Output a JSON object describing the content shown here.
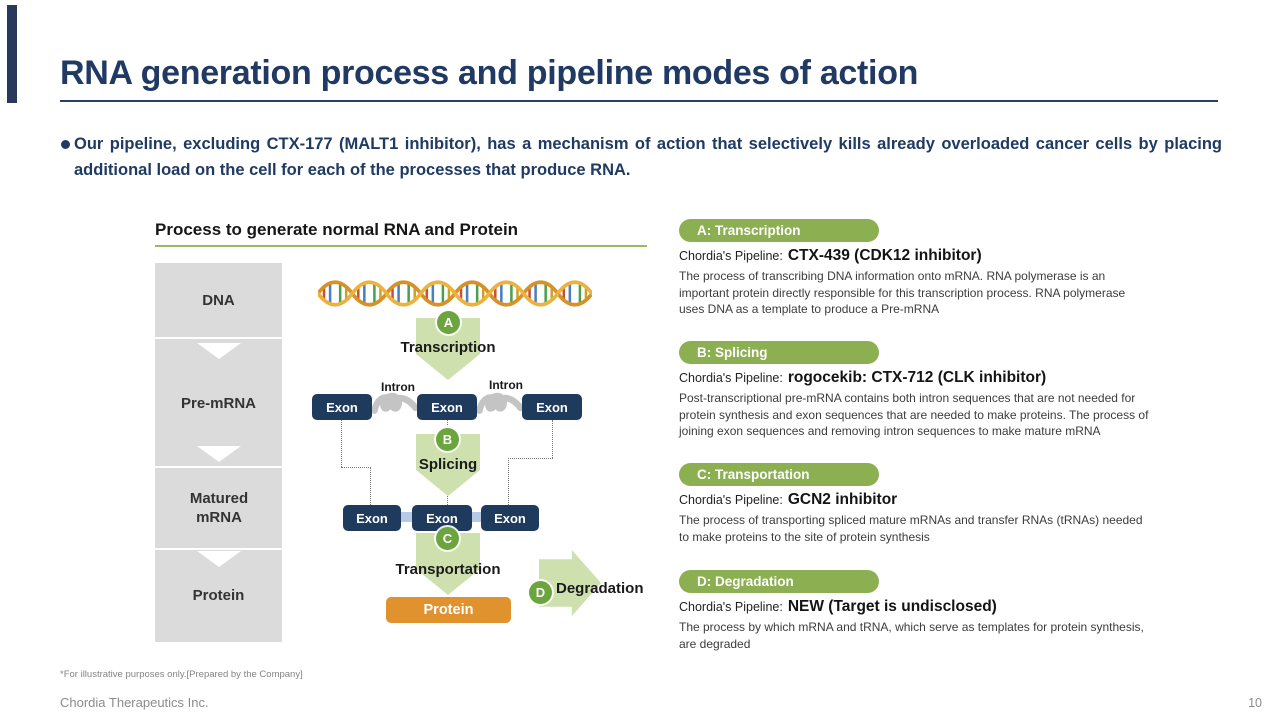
{
  "header": {
    "title": "RNA generation process and pipeline modes of action"
  },
  "intro": {
    "text": "Our pipeline, excluding CTX-177 (MALT1 inhibitor), has a mechanism of action that selectively kills already overloaded cancer cells by placing additional load on the cell for each of the processes that produce RNA."
  },
  "diagram": {
    "heading": "Process to generate normal RNA and Protein",
    "stages": [
      "DNA",
      "Pre-mRNA",
      "Matured mRNA",
      "Protein"
    ],
    "exon_label": "Exon",
    "intron_label": "Intron",
    "protein_box_label": "Protein",
    "steps": [
      {
        "letter": "A",
        "label": "Transcription"
      },
      {
        "letter": "B",
        "label": "Splicing"
      },
      {
        "letter": "C",
        "label": "Transportation"
      },
      {
        "letter": "D",
        "label": "Degradation"
      }
    ]
  },
  "labels": {
    "pipeline_label": "Chordia's Pipeline:"
  },
  "sections": [
    {
      "pill": "A: Transcription",
      "pipeline": "CTX-439 (CDK12 inhibitor)",
      "body": "The process of transcribing DNA information onto mRNA. RNA polymerase is an important protein directly responsible for this transcription process. RNA polymerase uses DNA as a template to produce a Pre-mRNA"
    },
    {
      "pill": "B: Splicing",
      "pipeline": "rogocekib: CTX-712 (CLK inhibitor)",
      "body": "Post-transcriptional pre-mRNA contains both intron sequences that are not needed for protein synthesis and exon sequences that are needed to make proteins. The process of joining exon sequences and removing intron sequences to make mature mRNA"
    },
    {
      "pill": "C: Transportation",
      "pipeline": "GCN2 inhibitor",
      "body": "The process of transporting spliced mature mRNAs and transfer RNAs (tRNAs) needed to make proteins to the site of protein synthesis"
    },
    {
      "pill": "D: Degradation",
      "pipeline": "NEW (Target is undisclosed)",
      "body": "The process by which mRNA and tRNA, which serve as templates for protein synthesis, are degraded"
    }
  ],
  "footnote": {
    "text": "*For illustrative purposes only.[Prepared by the Company]"
  },
  "footer": {
    "company": "Chordia Therapeutics Inc.",
    "page": "10"
  },
  "colors": {
    "navy": "#203a64",
    "pill": "#8caf52",
    "badge": "#6ca43e",
    "arrow": "#cde0ae",
    "exon": "#1e3a5c",
    "protein": "#e0922f",
    "greenline": "#9bb964",
    "graycol": "#dbdbdb",
    "body": "#3c3c3c",
    "footer": "#8c8c8c",
    "intron": "#c4c4c4",
    "connector": "#b5cbe5"
  }
}
